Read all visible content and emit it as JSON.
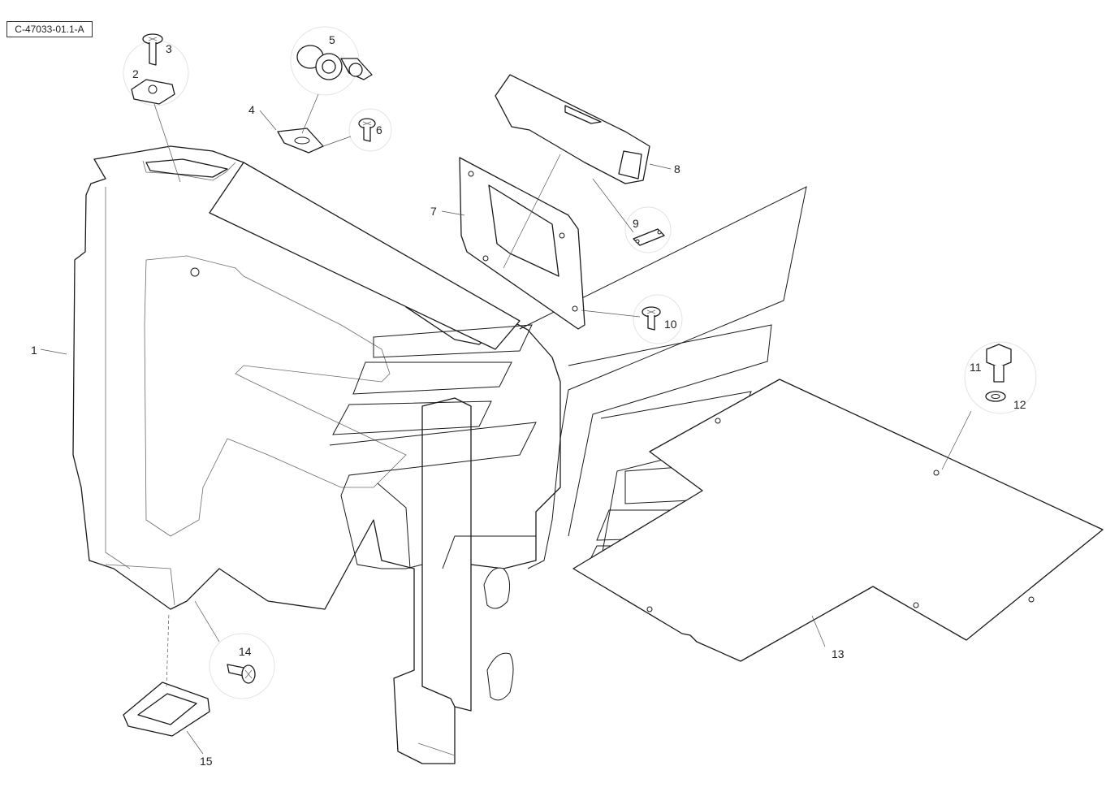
{
  "reference_code": "C-47033-01.1-A",
  "callouts": {
    "c1": "1",
    "c2": "2",
    "c3": "3",
    "c4": "4",
    "c5": "5",
    "c6": "6",
    "c7": "7",
    "c8": "8",
    "c9": "9",
    "c10": "10",
    "c11": "11",
    "c12": "12",
    "c13": "13",
    "c14": "14",
    "c15": "15"
  }
}
